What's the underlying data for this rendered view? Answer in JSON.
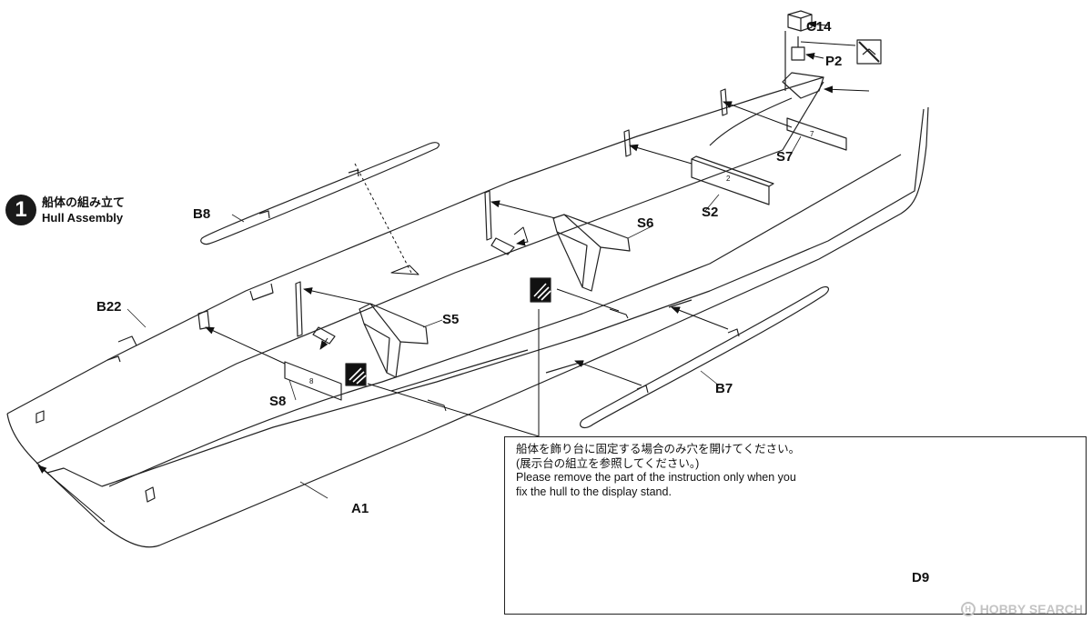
{
  "step": {
    "number": "1",
    "title_jp": "船体の組み立て",
    "title_en": "Hull Assembly"
  },
  "parts": {
    "c14": "C14",
    "p2": "P2",
    "s7": "S7",
    "s2": "S2",
    "s6": "S6",
    "b8": "B8",
    "b22": "B22",
    "s5": "S5",
    "s8": "S8",
    "b7": "B7",
    "a1": "A1",
    "d9": "D9"
  },
  "part_marks": {
    "s7_mark": "7",
    "s2_mark": "2",
    "s8_mark": "8"
  },
  "note": {
    "line1_jp": "船体を飾り台に固定する場合のみ穴を開けてください。",
    "line2_jp": "(展示台の組立を参照してください。)",
    "line3_en": "Please remove the part of the instruction only when you",
    "line4_en": "fix the hull to the display stand."
  },
  "icons": [
    "drill-hole-icon",
    "no-glue-icon",
    "hull-stand-illustration"
  ],
  "watermark": "HOBBY SEARCH",
  "colors": {
    "ink": "#111111",
    "background": "#ffffff",
    "watermark": "#c3c3c3"
  }
}
